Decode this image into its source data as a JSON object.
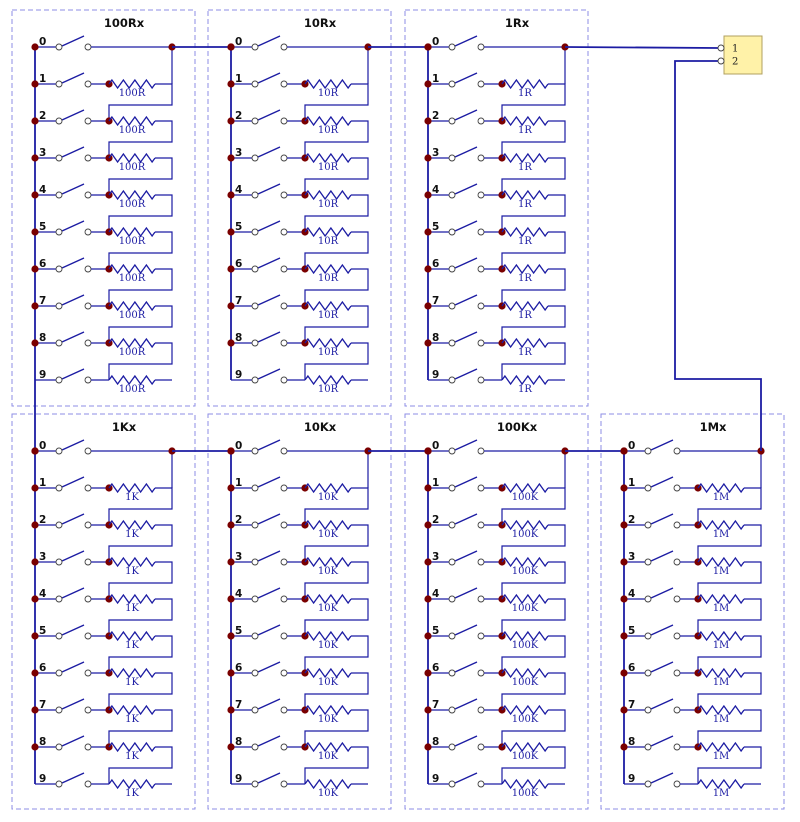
{
  "decades": [
    {
      "title": "100Rx",
      "resistor": "100R"
    },
    {
      "title": "10Rx",
      "resistor": "10R"
    },
    {
      "title": "1Rx",
      "resistor": "1R"
    },
    {
      "title": "1Kx",
      "resistor": "1K"
    },
    {
      "title": "10Kx",
      "resistor": "10K"
    },
    {
      "title": "100Kx",
      "resistor": "100K"
    },
    {
      "title": "1Mx",
      "resistor": "1M"
    }
  ],
  "positions": [
    "0",
    "1",
    "2",
    "3",
    "4",
    "5",
    "6",
    "7",
    "8",
    "9"
  ],
  "connector": {
    "pins": [
      "1",
      "2"
    ]
  },
  "colors": {
    "wire": "#1c1ca3",
    "node": "#7a0000",
    "frame": "#8e8ee6",
    "connector_fill": "#fff2a8"
  }
}
